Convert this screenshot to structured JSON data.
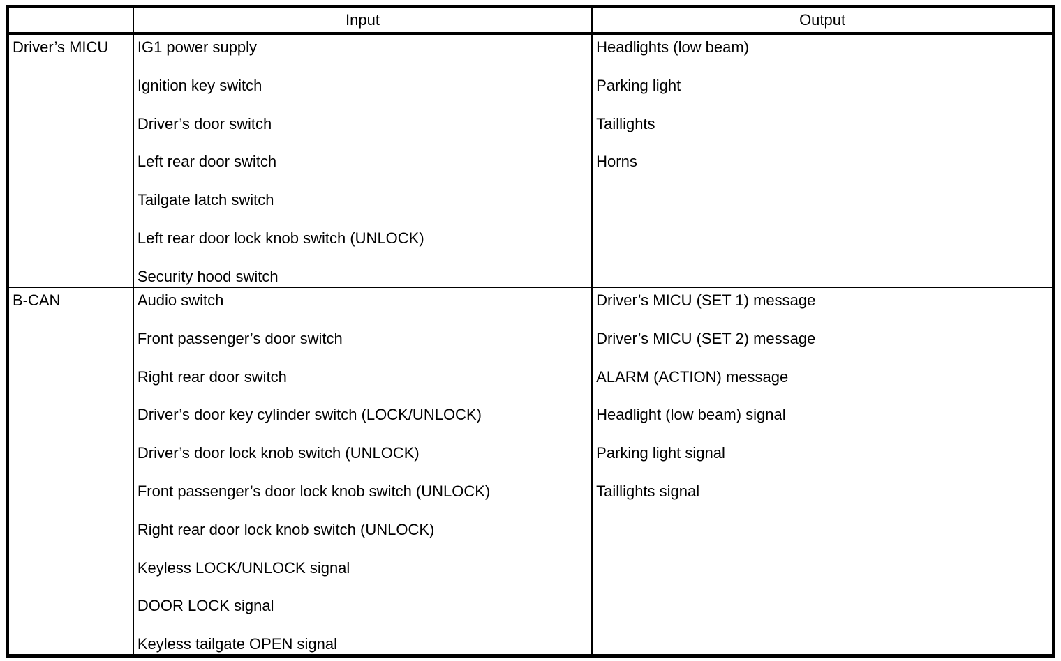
{
  "table": {
    "header": {
      "source": "",
      "input": "Input",
      "output": "Output"
    },
    "rows": [
      {
        "source": "Driver’s MICU",
        "inputs": [
          "IG1 power supply",
          "Ignition key switch",
          "Driver’s door switch",
          "Left rear door switch",
          "Tailgate latch switch",
          "Left rear door lock knob switch (UNLOCK)",
          "Security hood switch"
        ],
        "outputs": [
          "Headlights (low beam)",
          "Parking light",
          "Taillights",
          "Horns"
        ]
      },
      {
        "source": "B-CAN",
        "inputs": [
          "Audio switch",
          "Front passenger’s door switch",
          "Right rear door switch",
          "Driver’s door key cylinder switch (LOCK/UNLOCK)",
          "Driver’s door lock knob switch (UNLOCK)",
          "Front passenger’s door lock knob switch (UNLOCK)",
          "Right rear door lock knob switch (UNLOCK)",
          "Keyless LOCK/UNLOCK signal",
          "DOOR LOCK signal",
          "Keyless tailgate OPEN signal"
        ],
        "outputs": [
          "Driver’s MICU (SET 1) message",
          "Driver’s MICU (SET 2) message",
          "ALARM (ACTION) message",
          "Headlight (low beam) signal",
          "Parking light signal",
          "Taillights signal"
        ]
      }
    ]
  }
}
